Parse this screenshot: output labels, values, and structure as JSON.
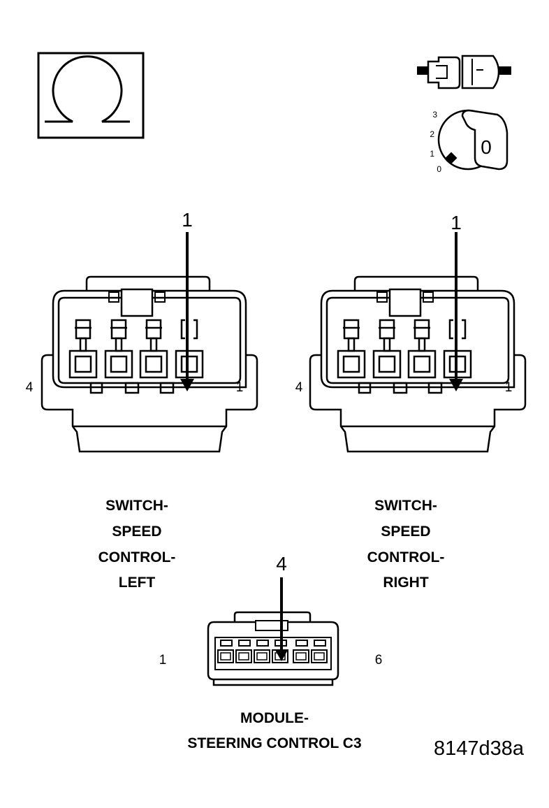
{
  "meter_icon": {
    "symbol": "ohm-icon",
    "glyph": "Ω"
  },
  "key_icon": {
    "positions": [
      "3",
      "2",
      "1",
      "0"
    ],
    "key_text": "0"
  },
  "connectors": [
    {
      "name_lines": [
        "SWITCH-",
        "SPEED",
        "CONTROL-",
        "LEFT"
      ],
      "pin_left": "4",
      "pin_right": "1",
      "probe_pin": "1"
    },
    {
      "name_lines": [
        "SWITCH-",
        "SPEED",
        "CONTROL-",
        "RIGHT"
      ],
      "pin_left": "4",
      "pin_right": "1",
      "probe_pin": "1"
    },
    {
      "name_lines": [
        "MODULE-",
        "STEERING CONTROL C3"
      ],
      "pin_left": "1",
      "pin_right": "6",
      "probe_pin": "4"
    }
  ],
  "figure_id": "8147d38a"
}
